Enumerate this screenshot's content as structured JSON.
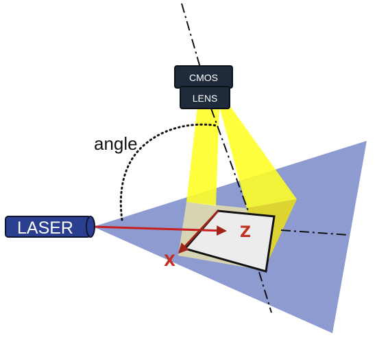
{
  "labels": {
    "camera_sensor": "CMOS",
    "camera_lens": "LENS",
    "angle": "angle",
    "laser": "LASER",
    "axis_z": "Z",
    "axis_x": "X"
  },
  "colors": {
    "laser_plane": "#8d9bd0",
    "camera_fov": "#ffff22",
    "camera_body": "#1f2b3a",
    "laser_body": "#2a3f8f",
    "laser_beam": "#c82020",
    "axis": "#a02418",
    "measurement_area": "#ececec",
    "construction_lines": "#111111"
  },
  "icons": {
    "camera": "camera-icon",
    "laser": "laser-icon"
  }
}
